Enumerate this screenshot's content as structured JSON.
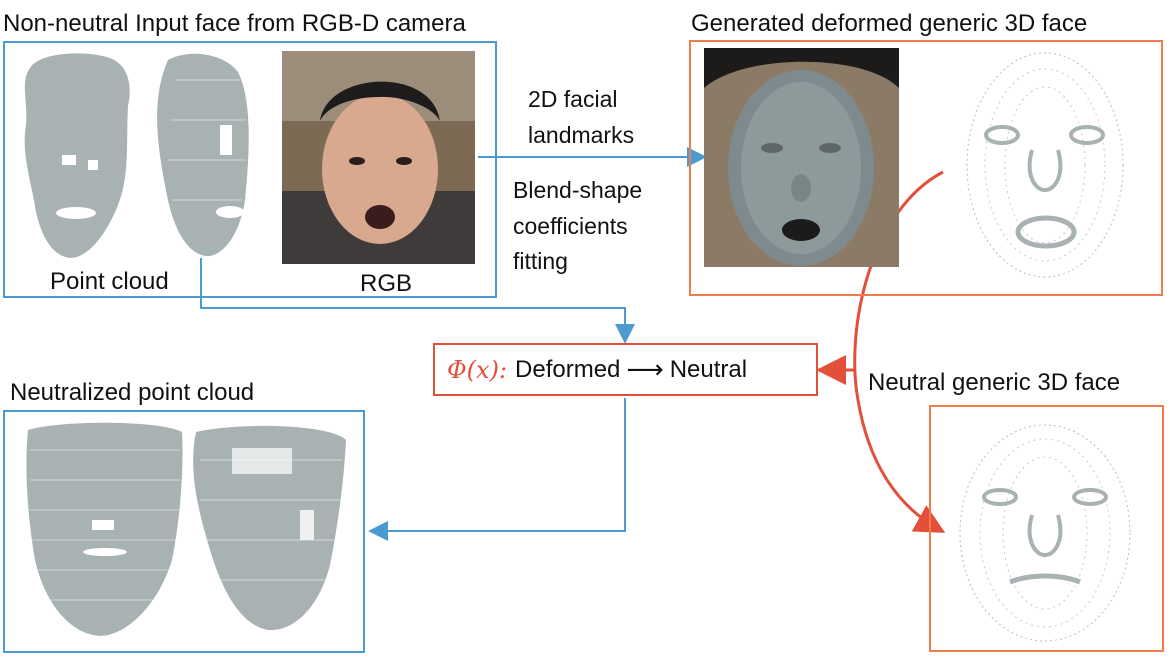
{
  "panels": {
    "input": {
      "title": "Non-neutral Input face from RGB-D camera",
      "point_cloud_caption": "Point cloud",
      "rgb_caption": "RGB"
    },
    "generated": {
      "title": "Generated deformed generic 3D face"
    },
    "neutral_generic": {
      "title": "Neutral generic 3D face"
    },
    "neutralized": {
      "title": "Neutralized point cloud"
    }
  },
  "middle": {
    "landmarks_line1": "2D facial",
    "landmarks_line2": "landmarks",
    "blend_line1": "Blend-shape",
    "blend_line2": "coefficients",
    "blend_line3": "fitting"
  },
  "transform": {
    "phi": "Φ(x):",
    "from": "Deformed",
    "arrow": "⟶",
    "to": "Neutral"
  },
  "colors": {
    "blue_border": "#4b9bd0",
    "orange_border": "#ee7d4e",
    "red_accent": "#e2503a",
    "point_cloud_gray": "#a9b2b2"
  }
}
